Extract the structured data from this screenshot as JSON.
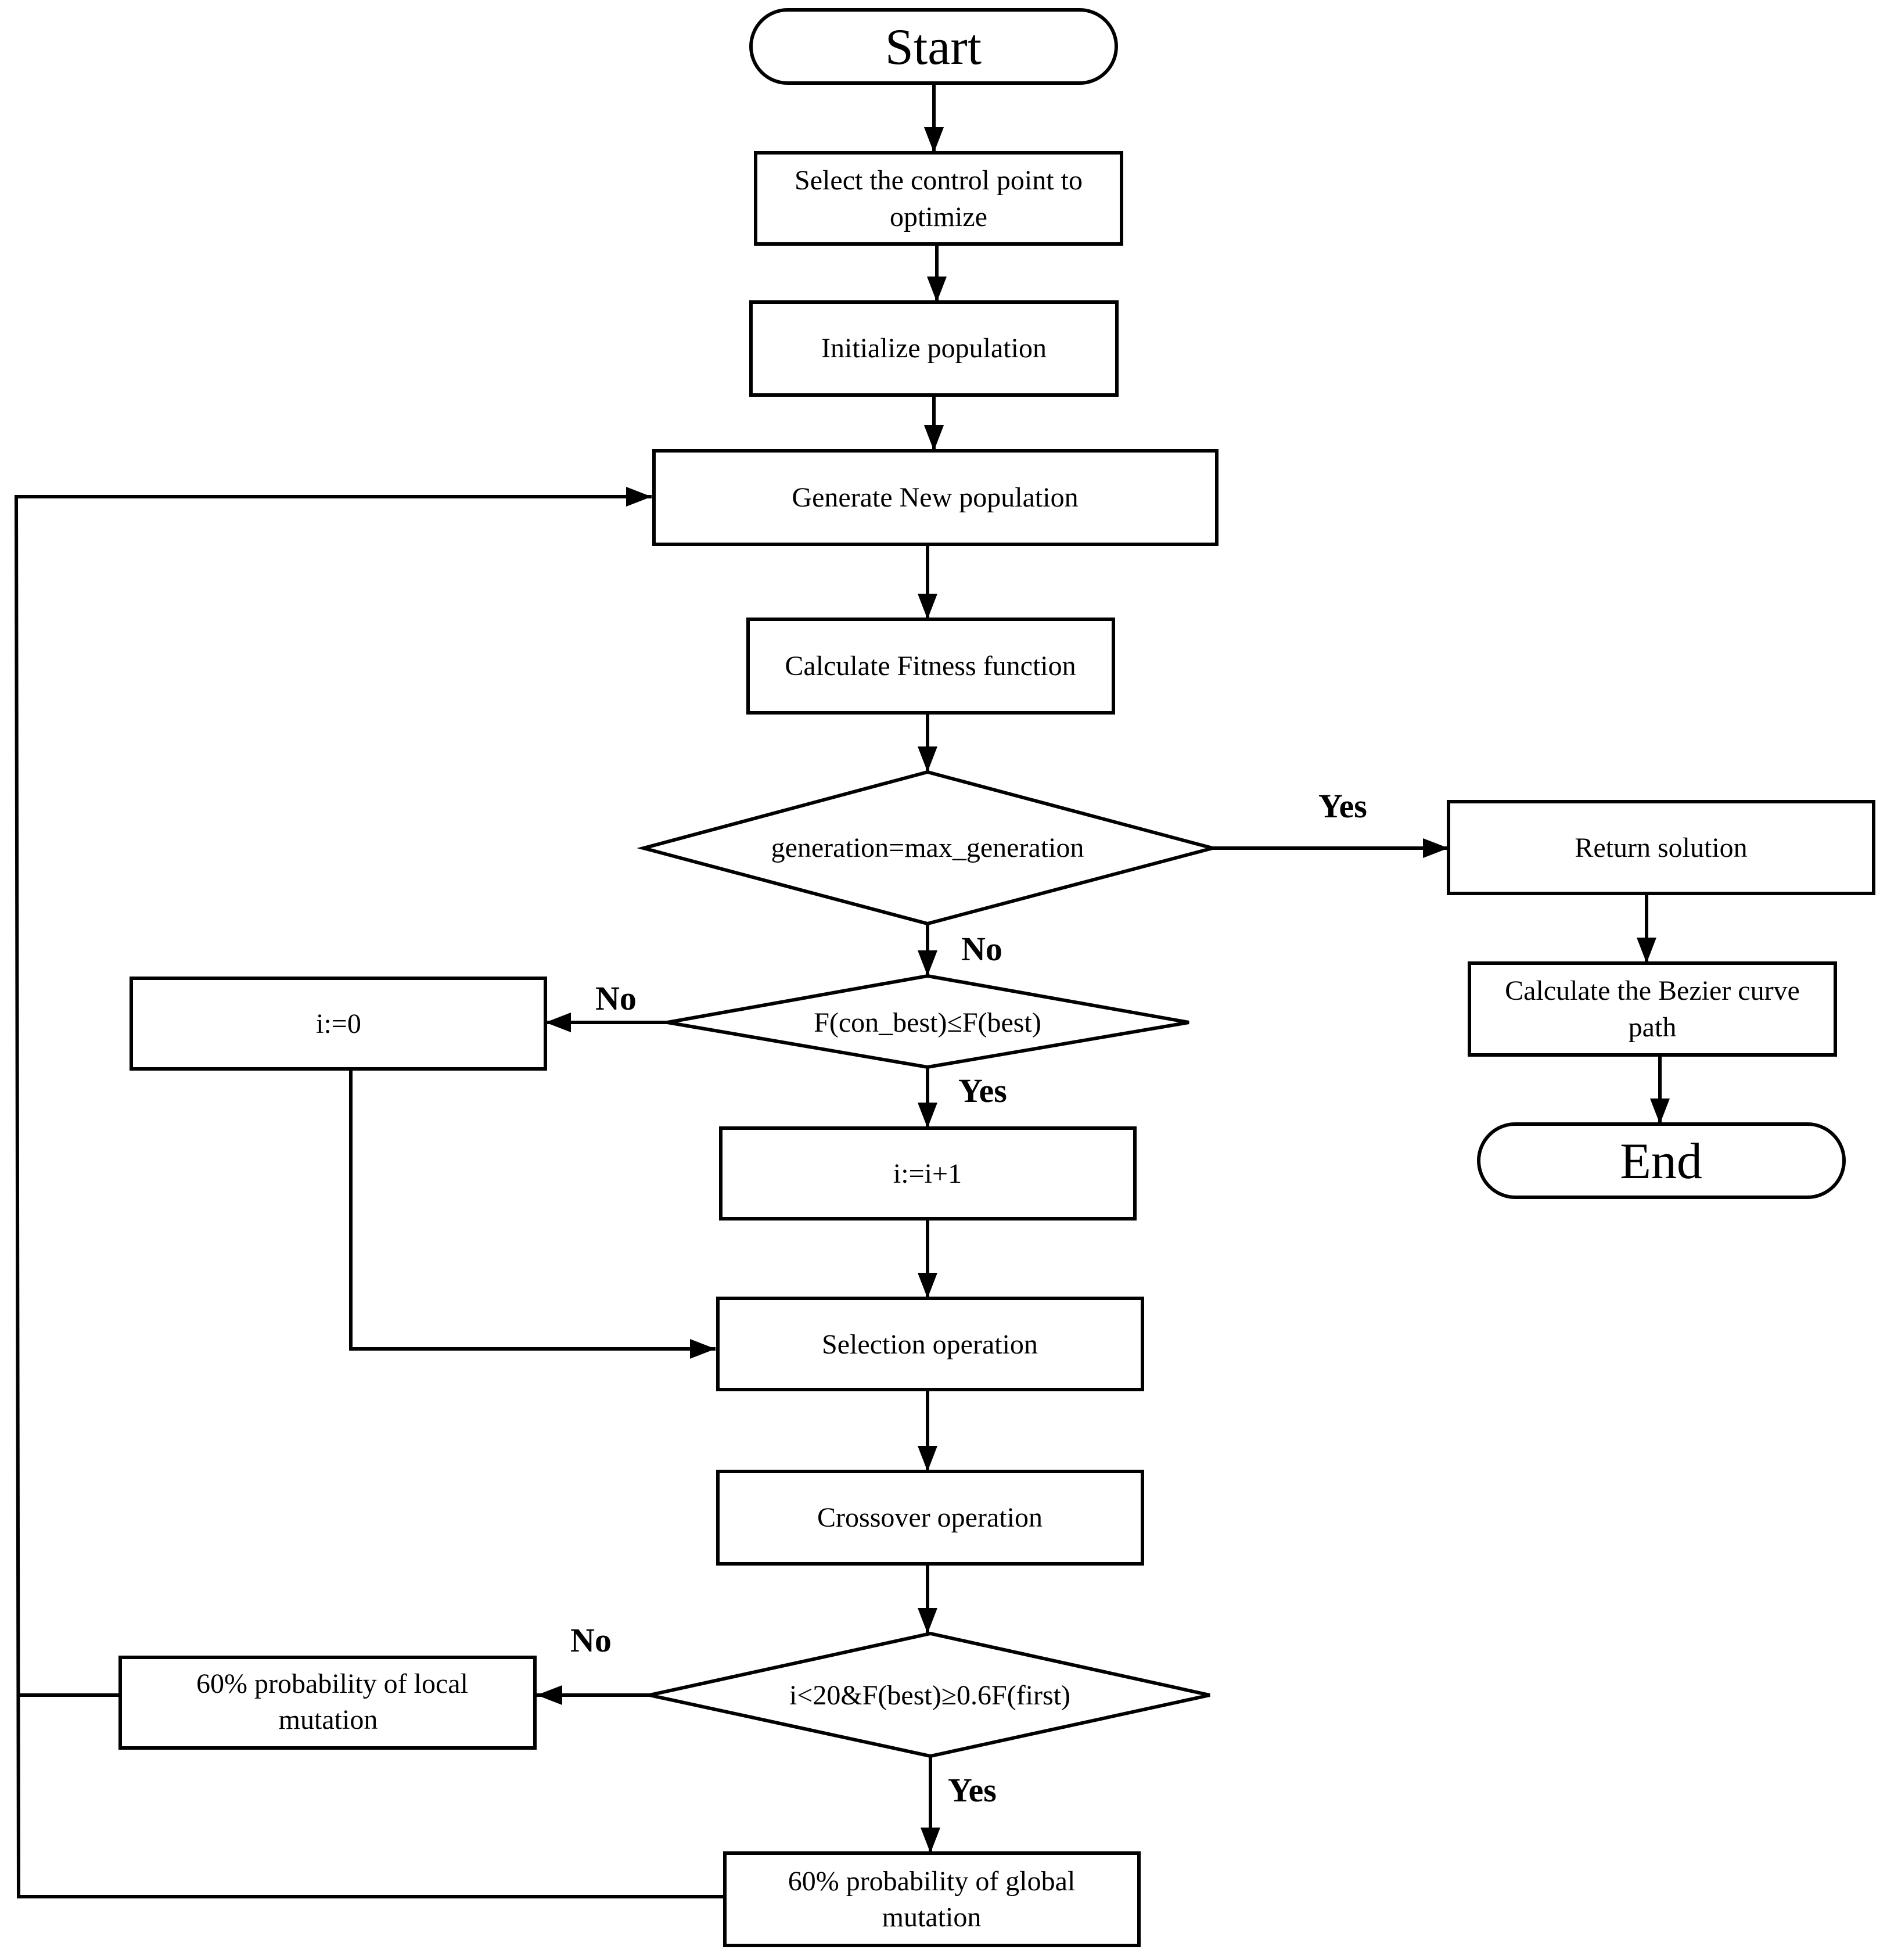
{
  "nodes": {
    "start": "Start",
    "select_cp": [
      "Select the control point to",
      "optimize"
    ],
    "init_pop": "Initialize population",
    "gen_new": "Generate New population",
    "calc_fit": "Calculate Fitness function",
    "dec_maxgen": "generation=max_generation",
    "return_sol": "Return solution",
    "calc_bezier": [
      "Calculate the Bezier  curve",
      "path"
    ],
    "end": "End",
    "dec_conbest": "F(con_best)≤F(best)",
    "i_zero": "i:=0",
    "i_inc": "i:=i+1",
    "selection": "Selection operation",
    "crossover": "Crossover operation",
    "dec_mut": "i<20&F(best)≥0.6F(first)",
    "local_mut": [
      "60% probability of local",
      "mutation"
    ],
    "global_mut": [
      "60% probability of global",
      "mutation"
    ]
  },
  "edge_labels": {
    "maxgen_yes": "Yes",
    "maxgen_no": "No",
    "conbest_no": "No",
    "conbest_yes": "Yes",
    "mut_no": "No",
    "mut_yes": "Yes"
  }
}
